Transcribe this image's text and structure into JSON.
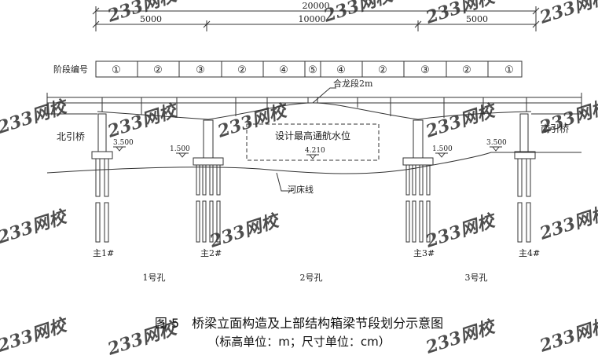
{
  "dimensions": {
    "total": "20000",
    "left": "5000",
    "middle": "10000",
    "right": "5000"
  },
  "segments": {
    "row_label": "阶段编号",
    "numbers": [
      "①",
      "②",
      "③",
      "②",
      "④",
      "⑤",
      "④",
      "②",
      "③",
      "②",
      "①"
    ]
  },
  "labels": {
    "closure": "合龙段2m",
    "nav_level": "设计最高通航水位",
    "north_bridge": "北引桥",
    "south_bridge": "南引桥",
    "riverbed": "河床线"
  },
  "elevations": [
    "3.500",
    "1.500",
    "4.210",
    "1.500",
    "3.500"
  ],
  "piers": [
    "主1#",
    "主2#",
    "主3#",
    "主4#"
  ],
  "spans": [
    "1号孔",
    "2号孔",
    "3号孔"
  ],
  "caption": {
    "title": "图 5　桥梁立面构造及上部结构箱梁节段划分示意图",
    "units": "（标高单位：m；尺寸单位：cm）"
  },
  "watermark": "233网校",
  "colors": {
    "line": "#333333",
    "watermark": "#c8c8c8"
  }
}
